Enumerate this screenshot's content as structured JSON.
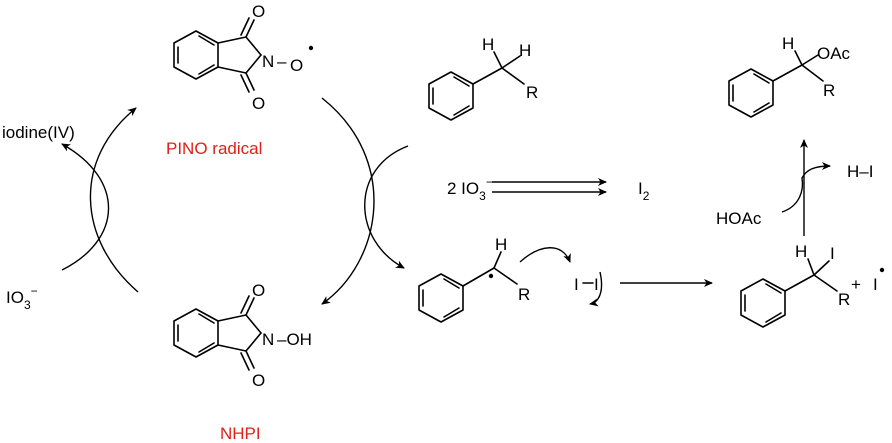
{
  "labels": {
    "pino_o_top": "O",
    "pino_o_bottom": "O",
    "pino_n": "N",
    "pino_dash": "–",
    "pino_o_rad": "O",
    "pino_name": "PINO radical",
    "nhpi_o_top": "O",
    "nhpi_o_bottom": "O",
    "nhpi_n": "N",
    "nhpi_oh": "–OH",
    "nhpi_name": "NHPI",
    "iodine_iv": "iodine(IV)",
    "io3_left": "IO",
    "io3_left_sub": "3",
    "io3_left_sup": "−",
    "two_io3": "2 IO",
    "two_io3_sub": "3",
    "two_io3_sup": "−",
    "i2": "I",
    "i2_sub": "2",
    "sm_h1": "H",
    "sm_h2": "H",
    "sm_r": "R",
    "rad_h": "H",
    "rad_r": "R",
    "i2_left": "I",
    "i2_right": "I",
    "iod_h": "H",
    "iod_i": "I",
    "iod_r": "R",
    "plus": "+",
    "i_rad": "I",
    "prod_h": "H",
    "prod_oac": "OAc",
    "prod_r": "R",
    "hoac": "HOAc",
    "hi": "H–I"
  },
  "colors": {
    "highlight": "#e0201b",
    "ink": "#000000"
  }
}
